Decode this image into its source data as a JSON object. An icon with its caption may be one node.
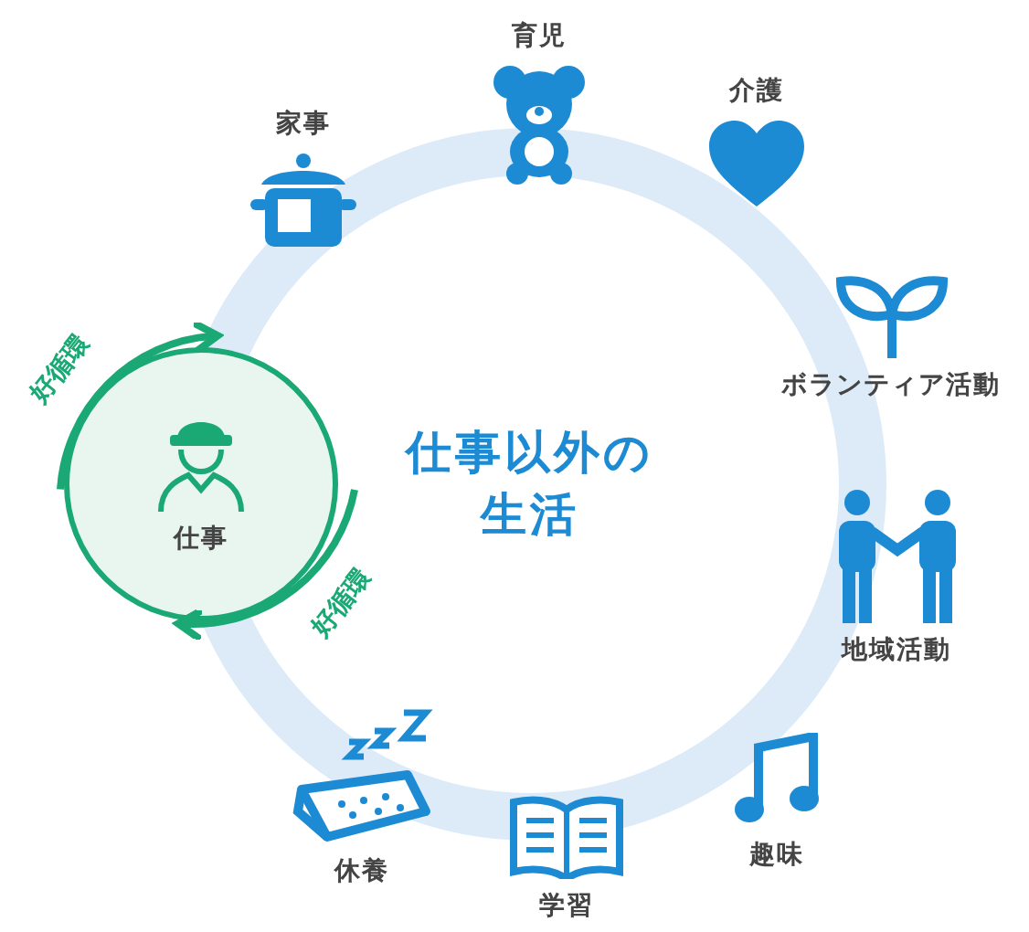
{
  "diagram": {
    "nodes": [
      {
        "text": [
          "仕事以外の生活"
        ]
      },
      {
        "text": [
          "育児"
        ]
      },
      {
        "text": [
          "介護"
        ]
      },
      {
        "text": [
          "ボランティア活動"
        ]
      },
      {
        "text": [
          "地域活動"
        ]
      },
      {
        "text": [
          "趣味"
        ]
      },
      {
        "text": [
          "学習"
        ]
      },
      {
        "text": [
          "休養"
        ]
      },
      {
        "text": [
          "家事"
        ]
      },
      {
        "text": [
          "仕事"
        ]
      }
    ],
    "edges": [
      {
        "from": 9,
        "to": 0,
        "arrow": "to",
        "label": "好循環"
      },
      {
        "from": 0,
        "to": 9,
        "arrow": "to",
        "label": "好循環"
      }
    ]
  }
}
